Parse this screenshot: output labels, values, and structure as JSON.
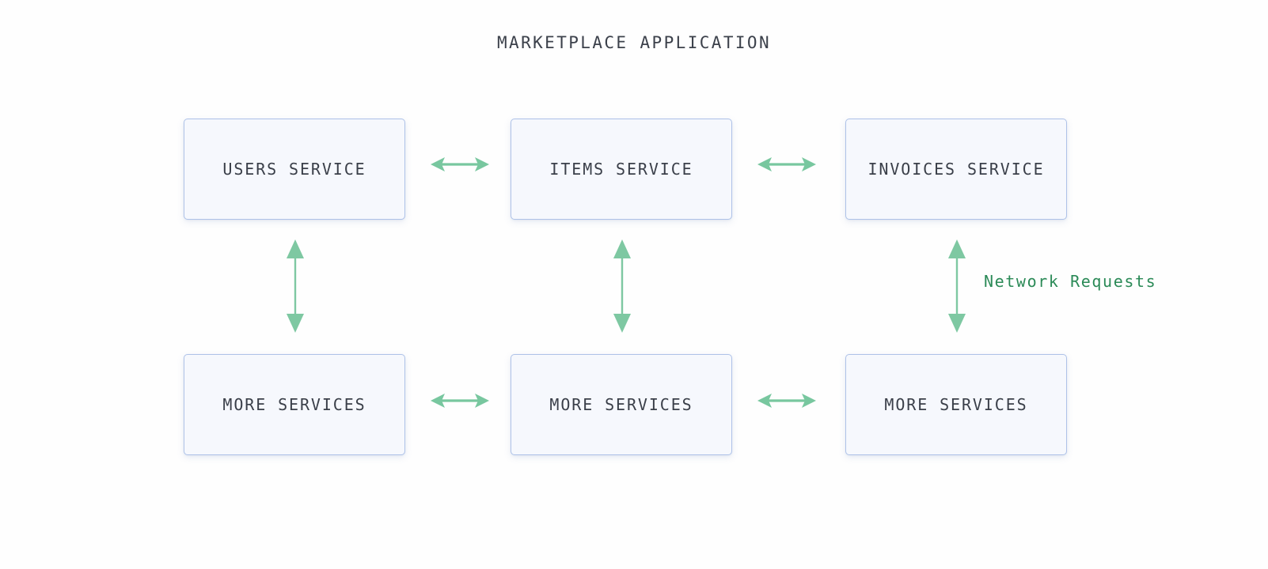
{
  "diagram": {
    "title": "MARKETPLACE APPLICATION",
    "type": "architecture-diagram",
    "background_color": "#fefefe",
    "colors": {
      "box_fill": "#f6f8fd",
      "box_border": "#aec2e8",
      "box_text": "#3a3f49",
      "title_text": "#3c414b",
      "arrow_green": "#78c79f",
      "legend_green": "#2b8a57"
    },
    "nodes": [
      {
        "id": "users-service",
        "label": "USERS SERVICE",
        "row": 0,
        "col": 0
      },
      {
        "id": "items-service",
        "label": "ITEMS SERVICE",
        "row": 0,
        "col": 1
      },
      {
        "id": "invoices-service",
        "label": "INVOICES SERVICE",
        "row": 0,
        "col": 2
      },
      {
        "id": "more-services-1",
        "label": "MORE SERVICES",
        "row": 1,
        "col": 0
      },
      {
        "id": "more-services-2",
        "label": "MORE SERVICES",
        "row": 1,
        "col": 1
      },
      {
        "id": "more-services-3",
        "label": "MORE SERVICES",
        "row": 1,
        "col": 2
      }
    ],
    "connections": [
      {
        "id": "conn-users-items",
        "from": "users-service",
        "to": "items-service",
        "orientation": "horizontal",
        "bidirectional": true
      },
      {
        "id": "conn-items-invoices",
        "from": "items-service",
        "to": "invoices-service",
        "orientation": "horizontal",
        "bidirectional": true
      },
      {
        "id": "conn-more1-more2",
        "from": "more-services-1",
        "to": "more-services-2",
        "orientation": "horizontal",
        "bidirectional": true
      },
      {
        "id": "conn-more2-more3",
        "from": "more-services-2",
        "to": "more-services-3",
        "orientation": "horizontal",
        "bidirectional": true
      },
      {
        "id": "conn-users-more1",
        "from": "users-service",
        "to": "more-services-1",
        "orientation": "vertical",
        "bidirectional": true
      },
      {
        "id": "conn-items-more2",
        "from": "items-service",
        "to": "more-services-2",
        "orientation": "vertical",
        "bidirectional": true
      },
      {
        "id": "conn-invoices-more3",
        "from": "invoices-service",
        "to": "more-services-3",
        "orientation": "vertical",
        "bidirectional": true
      }
    ],
    "legend": {
      "label": "Network Requests"
    }
  }
}
